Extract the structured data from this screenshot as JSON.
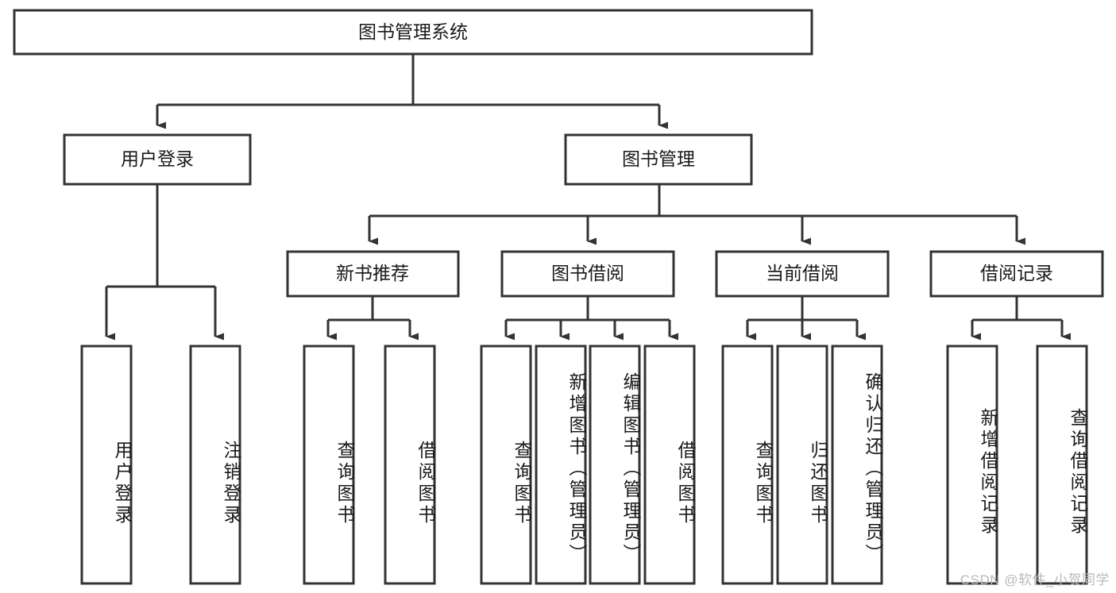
{
  "diagram": {
    "type": "tree-hierarchy",
    "orientation": "top-down",
    "root": {
      "id": "root",
      "label": "图书管理系统"
    },
    "level2": [
      {
        "id": "user-login",
        "label": "用户登录"
      },
      {
        "id": "book-management",
        "label": "图书管理"
      }
    ],
    "level3": [
      {
        "id": "new-book-recommend",
        "label": "新书推荐",
        "parent": "book-management"
      },
      {
        "id": "book-borrow",
        "label": "图书借阅",
        "parent": "book-management"
      },
      {
        "id": "current-borrow",
        "label": "当前借阅",
        "parent": "book-management"
      },
      {
        "id": "borrow-record",
        "label": "借阅记录",
        "parent": "book-management"
      }
    ],
    "leaves": [
      {
        "id": "leaf-user-login",
        "label": "用户登录",
        "parent": "user-login"
      },
      {
        "id": "leaf-user-logout",
        "label": "注销登录",
        "parent": "user-login"
      },
      {
        "id": "leaf-query-book-1",
        "label": "查询图书",
        "parent": "new-book-recommend"
      },
      {
        "id": "leaf-borrow-book-1",
        "label": "借阅图书",
        "parent": "new-book-recommend"
      },
      {
        "id": "leaf-query-book-2",
        "label": "查询图书",
        "parent": "book-borrow"
      },
      {
        "id": "leaf-add-book",
        "label": "新增图书（管理员）",
        "parent": "book-borrow"
      },
      {
        "id": "leaf-edit-book",
        "label": "编辑图书（管理员）",
        "parent": "book-borrow"
      },
      {
        "id": "leaf-borrow-book-2",
        "label": "借阅图书",
        "parent": "book-borrow"
      },
      {
        "id": "leaf-query-book-3",
        "label": "查询图书",
        "parent": "current-borrow"
      },
      {
        "id": "leaf-return-book",
        "label": "归还图书",
        "parent": "current-borrow"
      },
      {
        "id": "leaf-confirm-return",
        "label": "确认归还（管理员）",
        "parent": "current-borrow"
      },
      {
        "id": "leaf-add-record",
        "label": "新增借阅记录",
        "parent": "borrow-record"
      },
      {
        "id": "leaf-query-record",
        "label": "查询借阅记录",
        "parent": "borrow-record"
      }
    ]
  },
  "watermark": {
    "text": "CSDN @软件_小贺同学"
  },
  "colors": {
    "stroke": "#333333",
    "box_fill": "#ffffff",
    "text": "#1a1a1a",
    "watermark": "#b9b9b9",
    "background": "#ffffff"
  }
}
